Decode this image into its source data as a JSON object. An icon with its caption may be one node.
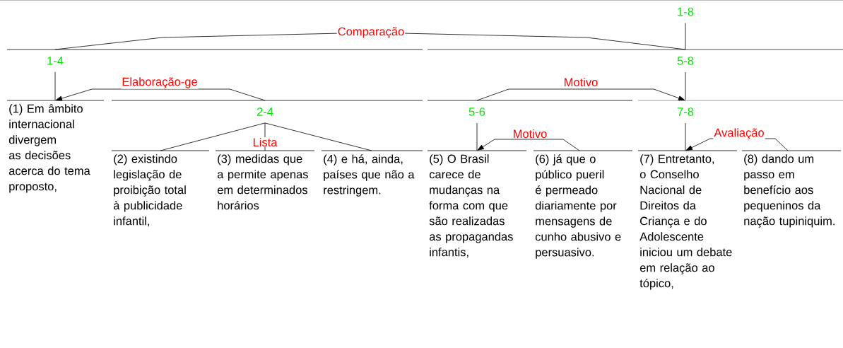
{
  "diagram": {
    "nodes": [
      {
        "text": [
          "1-8"
        ]
      },
      {
        "text": [
          "1-4"
        ]
      },
      {
        "text": [
          "5-8"
        ]
      },
      {
        "text": [
          "(1) Em âmbito internacional divergem as decisões acerca do tema proposto,"
        ]
      },
      {
        "text": [
          "2-4"
        ]
      },
      {
        "text": [
          "5-6"
        ]
      },
      {
        "text": [
          "7-8"
        ]
      },
      {
        "text": [
          "(2) existindo legislação de proibição total à publicidade infantil,"
        ]
      },
      {
        "text": [
          "(3) medidas que a permite apenas em determinados horários"
        ]
      },
      {
        "text": [
          "(4) e há, ainda, países que não a restringem."
        ]
      },
      {
        "text": [
          "(5) O Brasil carece de mudanças na forma com que são realizadas as propagandas infantis,"
        ]
      },
      {
        "text": [
          "(6) já que o público pueril é permeado diariamente por mensagens de cunho abusivo e persuasivo."
        ]
      },
      {
        "text": [
          "(7) Entretanto, o Conselho Nacional de Direitos da Criança e do Adolescente iniciou um debate em relação ao tópico,"
        ]
      },
      {
        "text": [
          "(8) dando um passo em benefício aos pequeninos da nação tupiniquim."
        ]
      }
    ],
    "edges": [
      {
        "from": 0,
        "to": 2,
        "arrow": "none"
      },
      {
        "from": 1,
        "to": 2,
        "arrow": "none",
        "label": "Comparação"
      },
      {
        "from": 1,
        "to": 3,
        "arrow": "none"
      },
      {
        "from": 4,
        "to": 3,
        "arrow": "to",
        "label": "Elaboração-ge"
      },
      {
        "from": 2,
        "to": 6,
        "arrow": "none"
      },
      {
        "from": 5,
        "to": 6,
        "arrow": "to",
        "label": "Motivo"
      },
      {
        "from": 4,
        "to": 7,
        "arrow": "none"
      },
      {
        "from": 4,
        "to": 8,
        "arrow": "none",
        "label": "Lista"
      },
      {
        "from": 4,
        "to": 9,
        "arrow": "none"
      },
      {
        "from": 5,
        "to": 10,
        "arrow": "none"
      },
      {
        "from": 11,
        "to": 10,
        "arrow": "to",
        "label": "Motivo"
      },
      {
        "from": 6,
        "to": 12,
        "arrow": "none"
      },
      {
        "from": 13,
        "to": 12,
        "arrow": "to",
        "label": "Avaliação"
      }
    ]
  }
}
